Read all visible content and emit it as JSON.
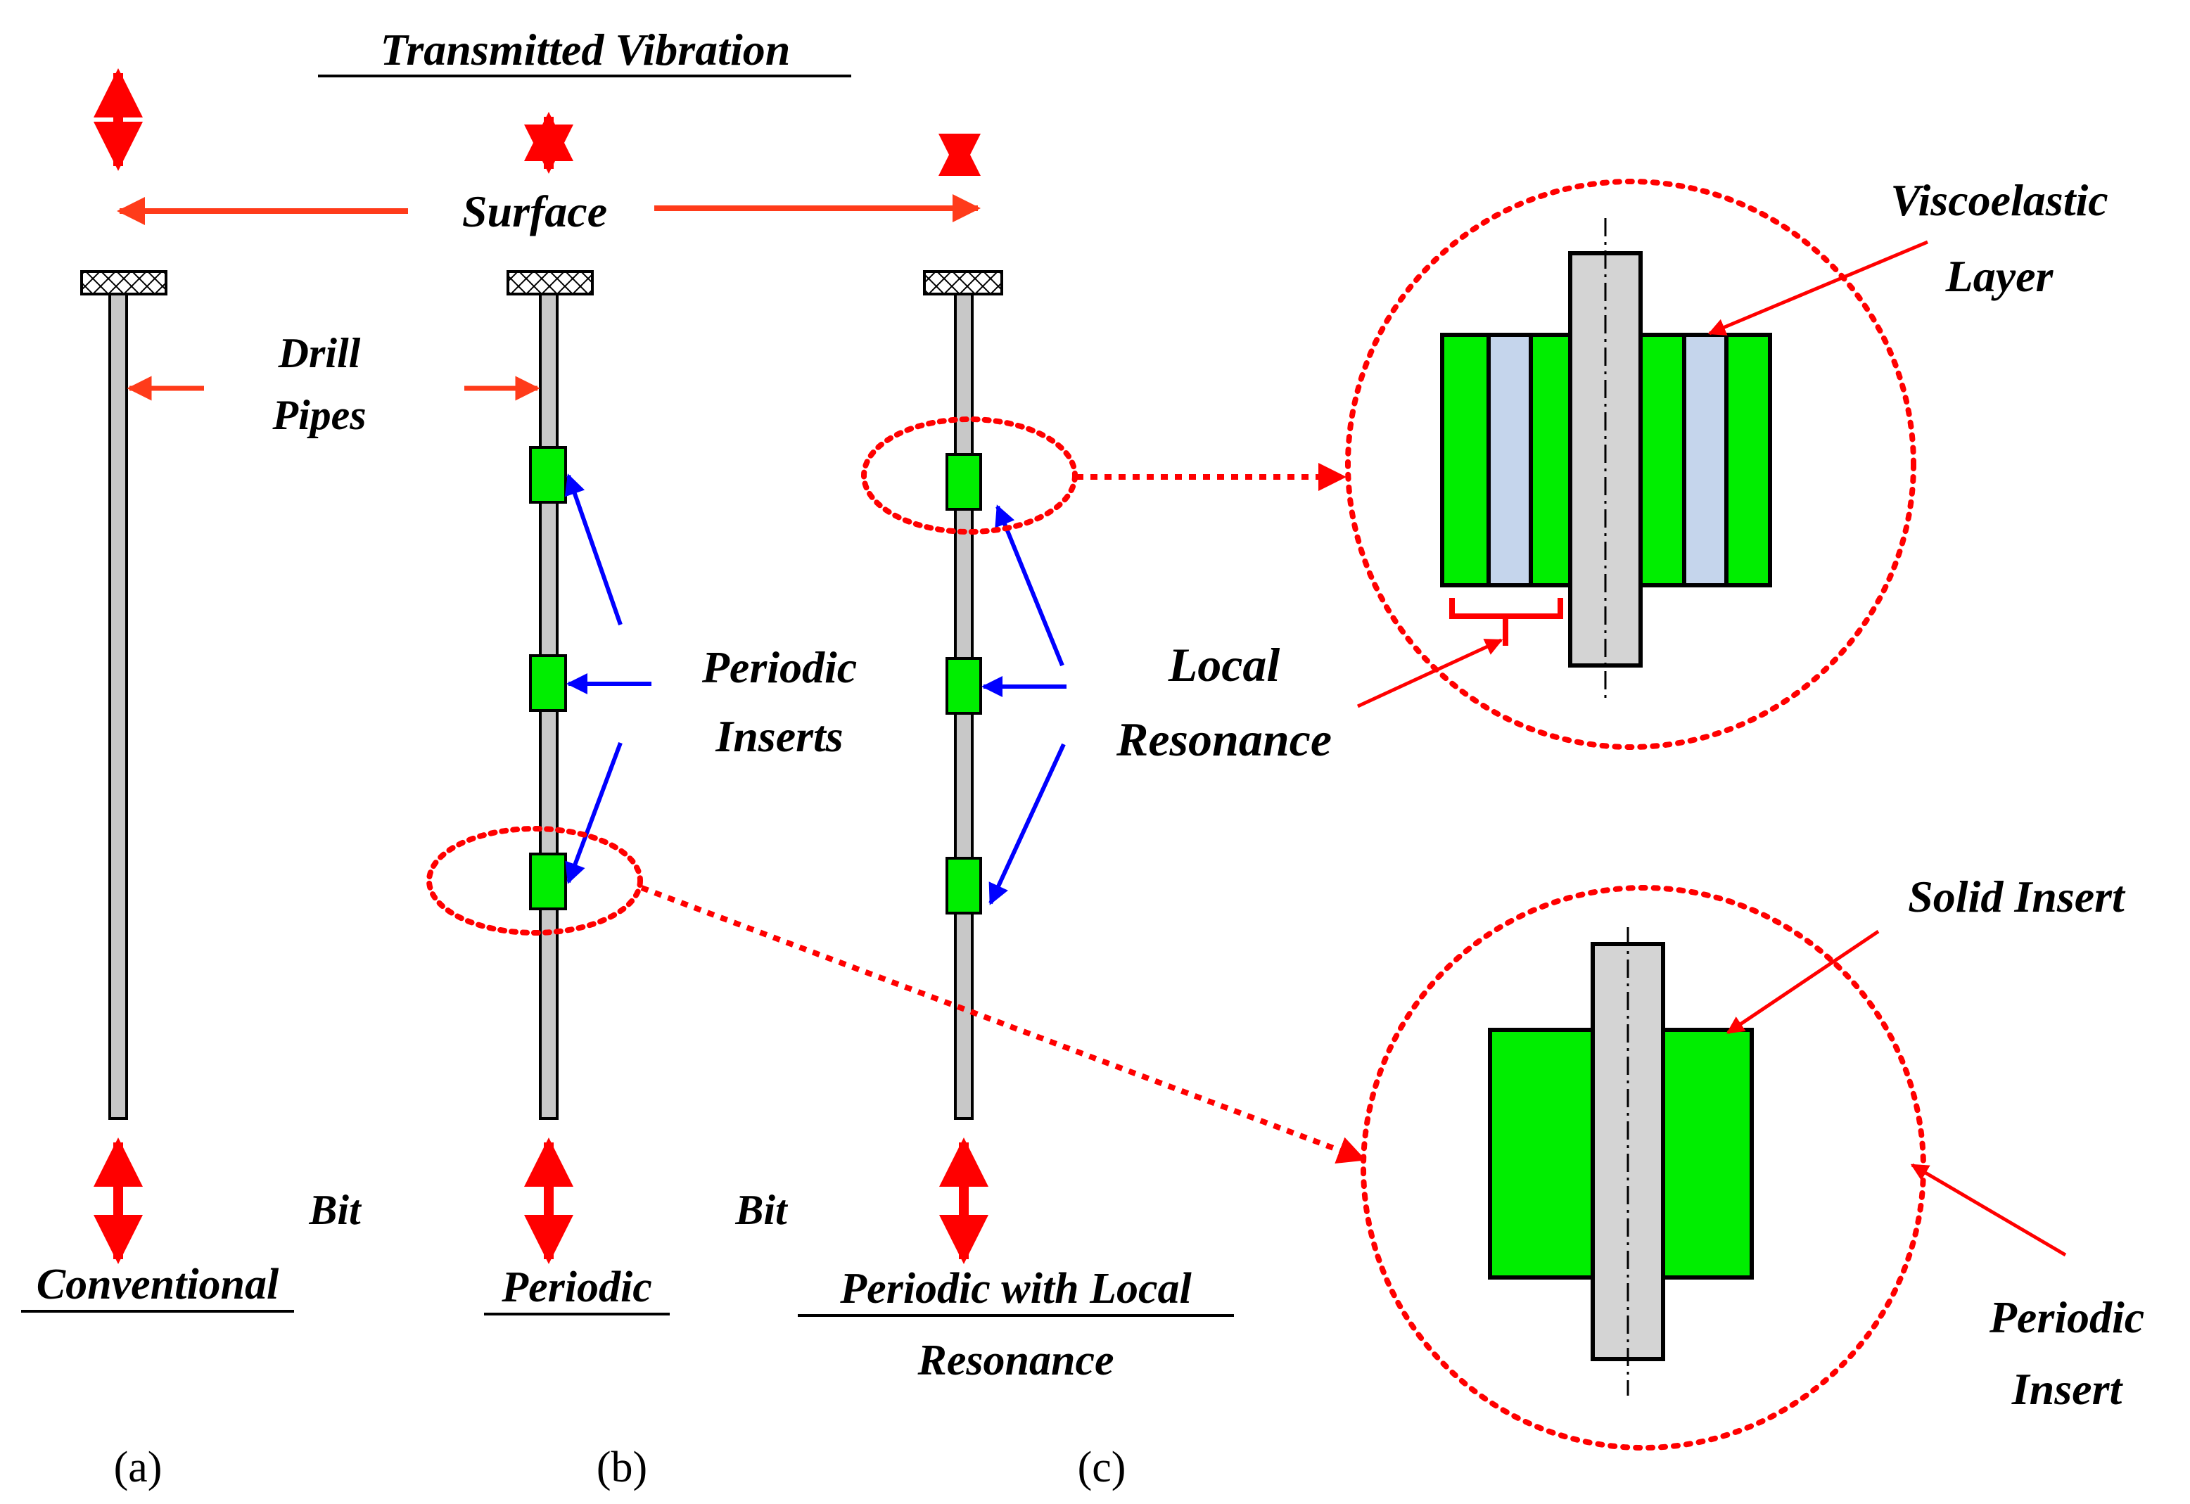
{
  "title": "Transmitted Vibration",
  "labels": {
    "surface": "Surface",
    "drill_line1": "Drill",
    "drill_line2": "Pipes",
    "periodic_line1": "Periodic",
    "periodic_line2": "Inserts",
    "local_line1": "Local",
    "local_line2": "Resonance",
    "visco_line1": "Viscoelastic",
    "visco_line2": "Layer",
    "solid_insert": "Solid Insert",
    "pinsert_line1": "Periodic",
    "pinsert_line2": "Insert",
    "bit": "Bit"
  },
  "columns": [
    {
      "id": "a",
      "name": "Conventional",
      "caption": "(a)"
    },
    {
      "id": "b",
      "name": "Periodic",
      "caption": "(b)"
    },
    {
      "id": "c",
      "name_line1": "Periodic with Local",
      "name_line2": "Resonance",
      "caption": "(c)"
    }
  ],
  "colors": {
    "pipe": "#c8c8c8",
    "insert": "#00ee00",
    "viscoelastic": "#c5d5ec",
    "core": "#d4d4d4",
    "arrow_red": "#ff0000",
    "arrow_orange": "#ff3b1a",
    "arrow_blue": "#0000ff",
    "outline": "#000000"
  }
}
